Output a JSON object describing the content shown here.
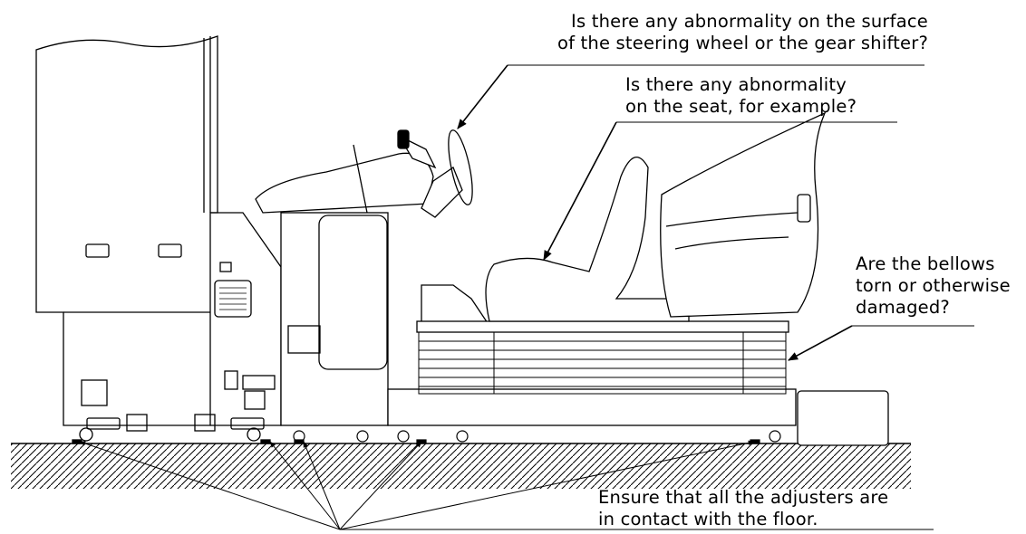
{
  "callouts": {
    "steering": {
      "line1": "Is there any abnormality on the surface",
      "line2": "of the steering wheel or the gear shifter?"
    },
    "seat": {
      "line1": "Is there any abnormality",
      "line2": "on the seat, for example?"
    },
    "bellows": {
      "line1": "Are the bellows",
      "line2": "torn or otherwise",
      "line3": "damaged?"
    },
    "adjusters": {
      "line1": "Ensure that all the adjusters are",
      "line2": "in contact with the floor."
    }
  }
}
